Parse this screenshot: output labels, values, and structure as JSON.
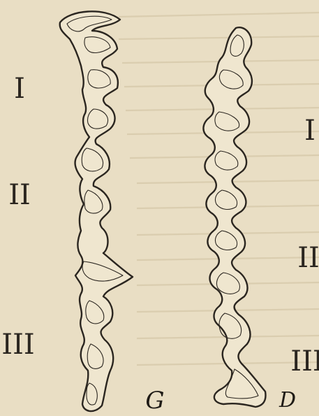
{
  "plate": {
    "labels": {
      "roman_I": "I",
      "roman_II": "II",
      "roman_III": "III",
      "fig_G": "G",
      "fig_D": "D"
    },
    "colors": {
      "paper": "#e9dec4",
      "ink": "#2b2620"
    }
  }
}
